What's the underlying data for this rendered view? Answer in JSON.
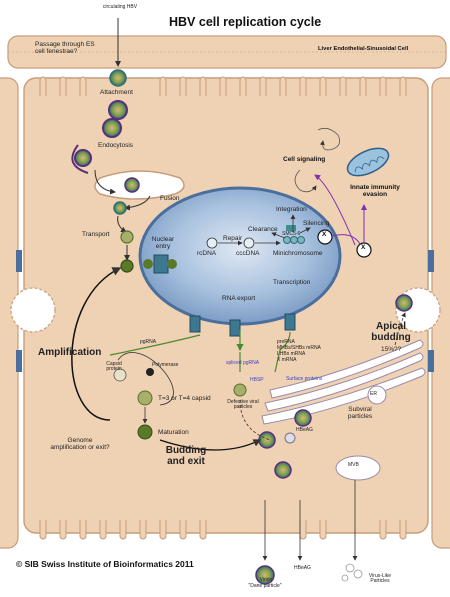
{
  "title": "HBV cell replication cycle",
  "copyright": "© SIB Swiss Institute of Bioinformatics 2011",
  "colors": {
    "cell_fill": "#efd2b4",
    "cell_stroke": "#c79c79",
    "nucleus_fill": "#a9c2df",
    "nucleus_stroke": "#4a6f9c",
    "purple_line": "#7b2fb5",
    "green_line": "#4a8a2e",
    "blue_text": "#3a3fc4"
  },
  "labels": {
    "circulating_hbv": "circulating HBV",
    "passage": "Passage through ES cell fenestrae?",
    "endothelial": "Liver Endothelial-Sinusoidal Cell",
    "attachment": "Attachment",
    "endocytosis": "Endocytosis",
    "fusion": "Fusion",
    "transport": "Transport",
    "nuclear_entry": "Nuclear entry",
    "rcdna": "rcDNA",
    "repair": "Repair",
    "cccdna": "cccDNA",
    "minichromosome": "Minichromosome",
    "integration": "Integration",
    "clearance": "Clearance",
    "silencing": "Silencing",
    "smc56": "SMC5-6",
    "x_marker": "X",
    "cell_signaling": "Cell signaling",
    "innate": "Innate immunity evasion",
    "transcription": "Transcription",
    "rna_export": "RNA export",
    "amplification": "Amplification",
    "pgrna": "pgRNA",
    "capsid_protein": "Capsid protein",
    "polymerase": "Polymerase",
    "capsid": "T=3 or T=4 capsid",
    "maturation": "Maturation",
    "spliced": "spliced pgRNA",
    "hbsp": "HBSP",
    "defective": "Defective viral particles",
    "pre_rna": "preRNA",
    "mhbs_shbs": "MHBs/SHBs mRNA",
    "lhbs": "LHBs mRNA",
    "x_mrna": "X mRNA",
    "surface_proteins": "Surface proteins",
    "apical": "Apical budding",
    "percent": "15%??",
    "subviral": "Subviral particles",
    "hbeag_golgi": "HBeAG",
    "mvb": "MVB",
    "er": "ER",
    "genome_amp": "Genome amplification or exit?",
    "budding": "Budding and exit",
    "virion": "Virion",
    "dane": "\"Dane particle\"",
    "hbeag_bottom": "HBeAG",
    "vlp": "Virus-Like Particles"
  }
}
